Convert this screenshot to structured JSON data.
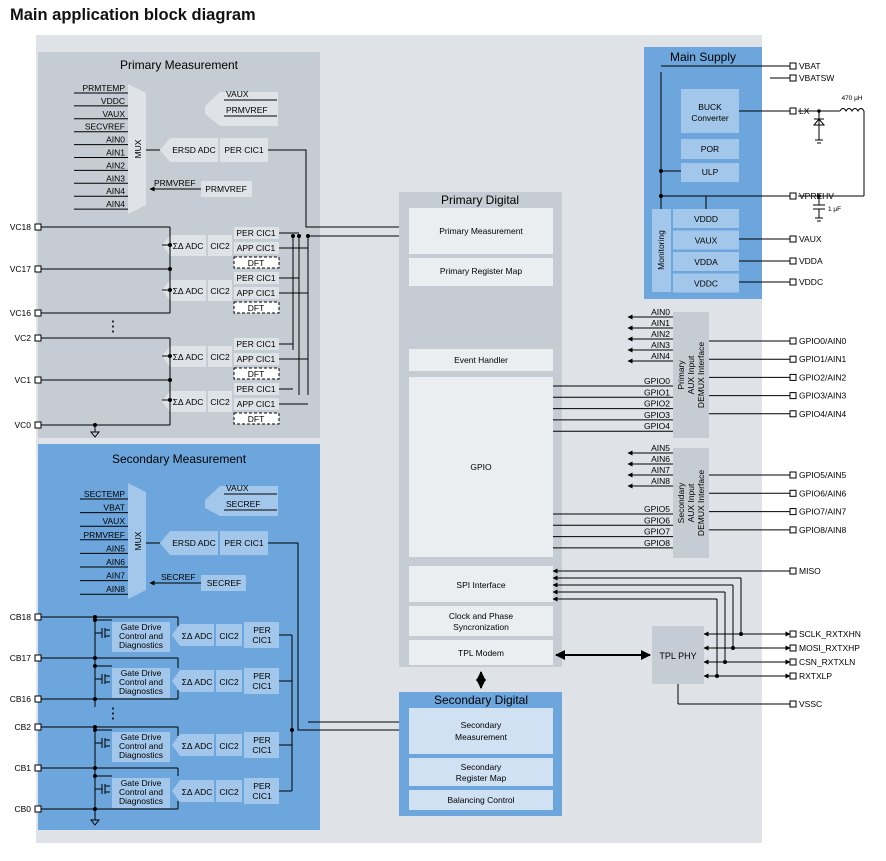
{
  "page_title": "Main application block diagram",
  "colors": {
    "gray_panel": "#dfe3e7",
    "gray_block": "#c6ccd3",
    "gray_inner": "#b6bcc4",
    "blue_panel": "#6ca6dc",
    "blue_block": "#a3c7ea",
    "light_block": "#cfe1f3"
  },
  "primary_measurement": {
    "title": "Primary Measurement",
    "mux_inputs": [
      "PRMTEMP",
      "VDDC",
      "VAUX",
      "SECVREF",
      "AIN0",
      "AIN1",
      "AIN2",
      "AIN3",
      "AIN4",
      "AIN4"
    ],
    "mux_label": "MUX",
    "ref_inputs": [
      "VAUX",
      "PRMVREF"
    ],
    "prmvref_out": "PRMVREF",
    "prmvref_box": "PRMVREF",
    "ersd_adc": "ERSD ADC",
    "per_cic1": "PER CIC1",
    "chan_adc": "ΣΔ ADC",
    "chan_cic2": "CIC2",
    "chan_per": "PER CIC1",
    "chan_app": "APP CIC1",
    "chan_dft": "DFT",
    "ellipsis": "⋮",
    "pins": [
      "VC18",
      "VC17",
      "VC16",
      "VC2",
      "VC1",
      "VC0"
    ]
  },
  "secondary_measurement": {
    "title": "Secondary Measurement",
    "mux_inputs": [
      "SECTEMP",
      "VBAT",
      "VAUX",
      "PRMVREF",
      "AIN5",
      "AIN6",
      "AIN7",
      "AIN8"
    ],
    "mux_label": "MUX",
    "ref_inputs": [
      "VAUX",
      "SECREF"
    ],
    "secref_out": "SECREF",
    "secref_box": "SECREF",
    "ersd_adc": "ERSD ADC",
    "per_cic1": "PER CIC1",
    "gate_drive": [
      "Gate Drive",
      "Control and",
      "Diagnostics"
    ],
    "chan_adc": "ΣΔ ADC",
    "chan_cic2": "CIC2",
    "chan_per": [
      "PER",
      "CIC1"
    ],
    "ellipsis": "⋮",
    "pins": [
      "CB18",
      "CB17",
      "CB16",
      "CB2",
      "CB1",
      "CB0"
    ]
  },
  "primary_digital": {
    "title": "Primary Digital",
    "blocks": [
      "Primary Measurement",
      "Primary Register Map",
      "Event Handler",
      "GPIO",
      "SPI Interface",
      [
        "Clock and Phase",
        "Syncronization"
      ],
      "TPL Modem"
    ],
    "gpio_a": [
      "GPIO0",
      "GPIO1",
      "GPIO2",
      "GPIO3",
      "GPIO4"
    ],
    "gpio_b": [
      "GPIO5",
      "GPIO6",
      "GPIO7",
      "GPIO8"
    ]
  },
  "secondary_digital": {
    "title": "Secondary Digital",
    "blocks": [
      [
        "Secondary",
        "Measurement"
      ],
      [
        "Secondary",
        "Register Map"
      ],
      "Balancing Control"
    ]
  },
  "demux_primary": {
    "label": [
      "Primary",
      "AUX Input",
      "DEMUX Interface"
    ],
    "ain": [
      "AIN0",
      "AIN1",
      "AIN2",
      "AIN3",
      "AIN4"
    ],
    "pins": [
      "GPIO0/AIN0",
      "GPIO1/AIN1",
      "GPIO2/AIN2",
      "GPIO3/AIN3",
      "GPIO4/AIN4"
    ]
  },
  "demux_secondary": {
    "label": [
      "Secondary",
      "AUX Input",
      "DEMUX Interface"
    ],
    "ain": [
      "AIN5",
      "AIN6",
      "AIN7",
      "AIN8"
    ],
    "pins": [
      "GPIO5/AIN5",
      "GPIO6/AIN6",
      "GPIO7/AIN7",
      "GPIO8/AIN8"
    ]
  },
  "main_supply": {
    "title": "Main Supply",
    "buck": [
      "BUCK",
      "Converter"
    ],
    "por": "POR",
    "ulp": "ULP",
    "monitoring": "Monitoring",
    "rails": [
      "VDDD",
      "VAUX",
      "VDDA",
      "VDDC"
    ],
    "pins": [
      "VBAT",
      "VBATSW",
      "LX",
      "VPREHV",
      "VAUX",
      "VDDA",
      "VDDC"
    ],
    "inductor": "470 μH",
    "capacitor": "1 μF"
  },
  "tpl_phy": {
    "label": "TPL PHY"
  },
  "right_pins": [
    "MISO",
    "SCLK_RXTXHN",
    "MOSI_RXTXHP",
    "CSN_RXTXLN",
    "RXTXLP",
    "VSSC"
  ]
}
